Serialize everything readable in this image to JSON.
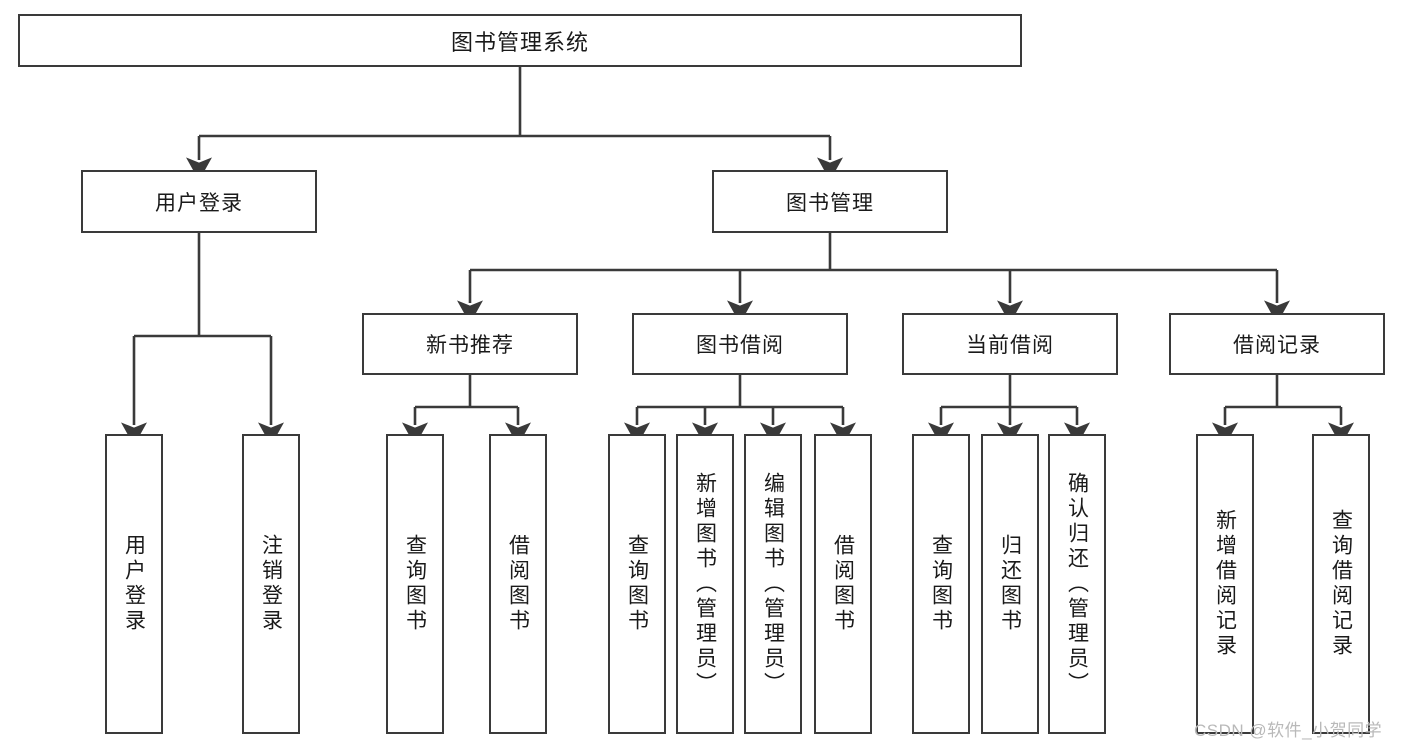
{
  "diagram": {
    "title": "图书管理系统",
    "type": "tree-hierarchy-diagram",
    "colors": {
      "background": "#ffffff",
      "box_border": "#3a3a3a",
      "edge_line": "#3a3a3a",
      "text": "#1a1a1a",
      "watermark": "#b9b9b9"
    },
    "root": {
      "label": "图书管理系统"
    },
    "level2": [
      {
        "label": "用户登录"
      },
      {
        "label": "图书管理"
      }
    ],
    "level3": [
      {
        "label": "新书推荐"
      },
      {
        "label": "图书借阅"
      },
      {
        "label": "当前借阅"
      },
      {
        "label": "借阅记录"
      }
    ],
    "leaves": {
      "user_login": [
        {
          "label": "用户登录"
        },
        {
          "label": "注销登录"
        }
      ],
      "new_book_recommend": [
        {
          "label": "查询图书"
        },
        {
          "label": "借阅图书"
        }
      ],
      "book_borrow": [
        {
          "label": "查询图书"
        },
        {
          "label": "新增图书（管理员）"
        },
        {
          "label": "编辑图书（管理员）"
        },
        {
          "label": "借阅图书"
        }
      ],
      "current_borrow": [
        {
          "label": "查询图书"
        },
        {
          "label": "归还图书"
        },
        {
          "label": "确认归还（管理员）"
        }
      ],
      "borrow_record": [
        {
          "label": "新增借阅记录"
        },
        {
          "label": "查询借阅记录"
        }
      ]
    },
    "watermark": "CSDN @软件_小贺同学"
  }
}
